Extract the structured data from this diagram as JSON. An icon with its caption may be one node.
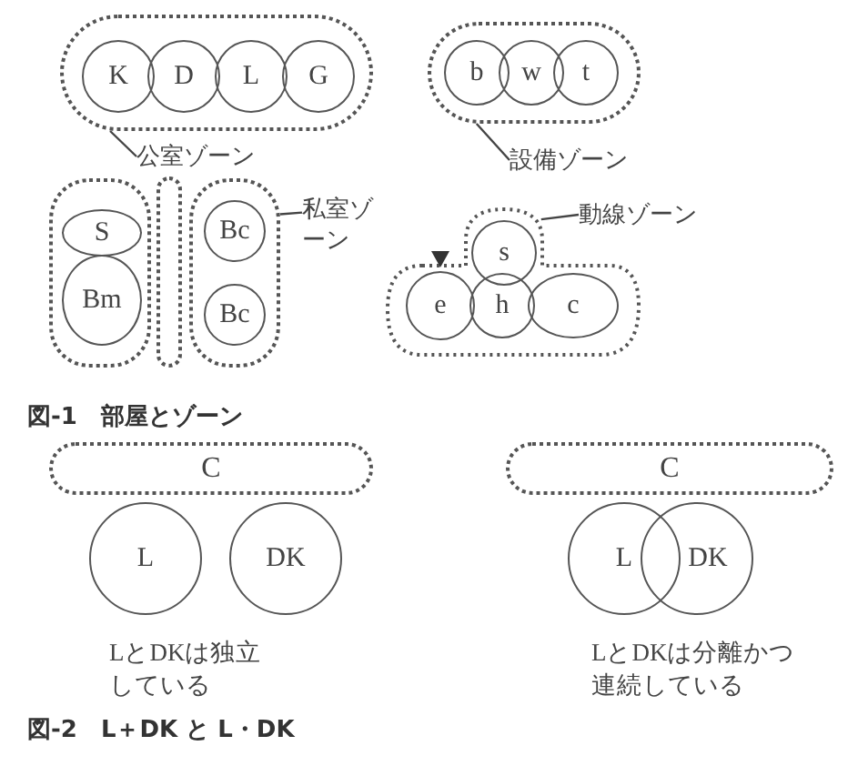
{
  "diagram": {
    "nodes": [
      {
        "text": [],
        "shape": "box"
      },
      {
        "text": [
          "K"
        ],
        "in": 0
      },
      {
        "text": [
          "D"
        ],
        "in": 0
      },
      {
        "text": [
          "L"
        ],
        "in": 0
      },
      {
        "text": [
          "G"
        ],
        "in": 0
      },
      {
        "text": [],
        "shape": "box"
      },
      {
        "text": [
          "b"
        ],
        "in": 5
      },
      {
        "text": [
          "w"
        ],
        "in": 5
      },
      {
        "text": [
          "t"
        ],
        "in": 5
      },
      {
        "text": [
          "公室ゾーン"
        ]
      },
      {
        "text": [
          "設備ゾーン"
        ]
      },
      {
        "text": [],
        "shape": "box"
      },
      {
        "text": [
          "S"
        ],
        "in": 11
      },
      {
        "text": [
          "Bm"
        ],
        "in": 11
      },
      {
        "text": [],
        "shape": "box"
      },
      {
        "text": [],
        "shape": "box"
      },
      {
        "text": [
          "Bc"
        ],
        "in": 15
      },
      {
        "text": [
          "Bc"
        ],
        "in": 15
      },
      {
        "text": [
          "私室ゾーン"
        ]
      },
      {
        "text": [
          "動線ゾーン"
        ]
      },
      {
        "text": [],
        "shape": "box"
      },
      {
        "text": [
          "s"
        ],
        "in": 20
      },
      {
        "text": [
          "e"
        ],
        "in": 20
      },
      {
        "text": [
          "h"
        ],
        "in": 20
      },
      {
        "text": [
          "c"
        ],
        "in": 20
      },
      {
        "text": [
          "C"
        ]
      },
      {
        "text": [
          "L"
        ]
      },
      {
        "text": [
          "DK"
        ]
      },
      {
        "text": [
          "C"
        ]
      },
      {
        "text": [
          "L"
        ]
      },
      {
        "text": [
          "DK"
        ]
      }
    ],
    "edges": [
      {
        "from": 9,
        "to": 0,
        "arrow": "none"
      },
      {
        "from": 10,
        "to": 5,
        "arrow": "none"
      },
      {
        "from": 18,
        "to": 15,
        "arrow": "none"
      },
      {
        "from": 19,
        "to": 20,
        "arrow": "none"
      }
    ],
    "labels": [
      "図-1　部屋とゾーン",
      "LとDKは独立している",
      "LとDKは分離かつ連続している",
      "図-2　L＋DK と L・DK"
    ]
  }
}
